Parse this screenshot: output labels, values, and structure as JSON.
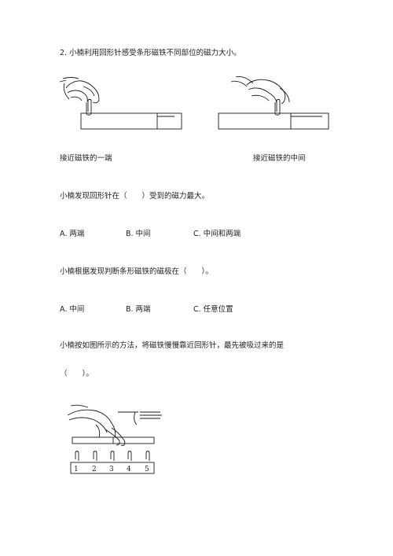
{
  "question": {
    "title": "2. 小楠利用回形针感受条形磁铁不同部位的磁力大小。",
    "caption_left": "接近磁铁的一端",
    "caption_right": "接近磁铁的中间",
    "sub1": {
      "text": "小楠发现回形针在（　　）受到的磁力最大。",
      "options": [
        "A. 两端",
        "B. 中间",
        "C. 中间和两端"
      ]
    },
    "sub2": {
      "text": "小楠根据发现判断条形磁铁的磁极在（　　）。",
      "options": [
        "A. 中间",
        "B. 两端",
        "C. 任意位置"
      ]
    },
    "sub3": {
      "text_line1": "小楠按如图所示的方法，将磁铁慢慢靠近回形针，最先被吸过来的是",
      "text_line2": "（　　）。"
    },
    "ruler_numbers": [
      "1",
      "2",
      "3",
      "4",
      "5"
    ]
  }
}
